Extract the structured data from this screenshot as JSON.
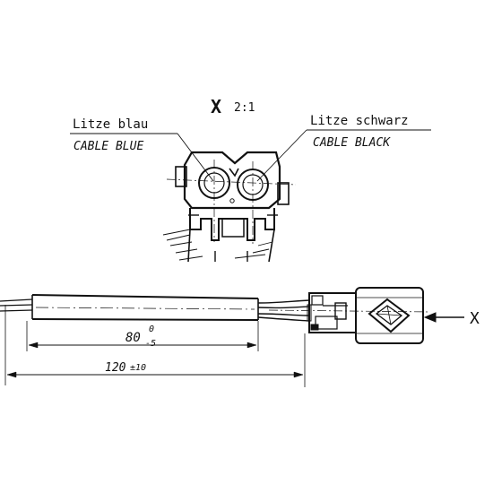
{
  "detail": {
    "marker": "X",
    "scale": "2:1"
  },
  "labels": {
    "blue_de": "Litze blau",
    "blue_en": "CABLE BLUE",
    "black_de": "Litze schwarz",
    "black_en": "CABLE BLACK"
  },
  "dimensions": {
    "short_value": "80",
    "short_tol_upper": "0",
    "short_tol_lower": "-5",
    "long_value": "120",
    "long_tol": "±10"
  },
  "view_arrow": {
    "marker": "X"
  },
  "colors": {
    "ink": "#111111",
    "background": "#ffffff"
  }
}
